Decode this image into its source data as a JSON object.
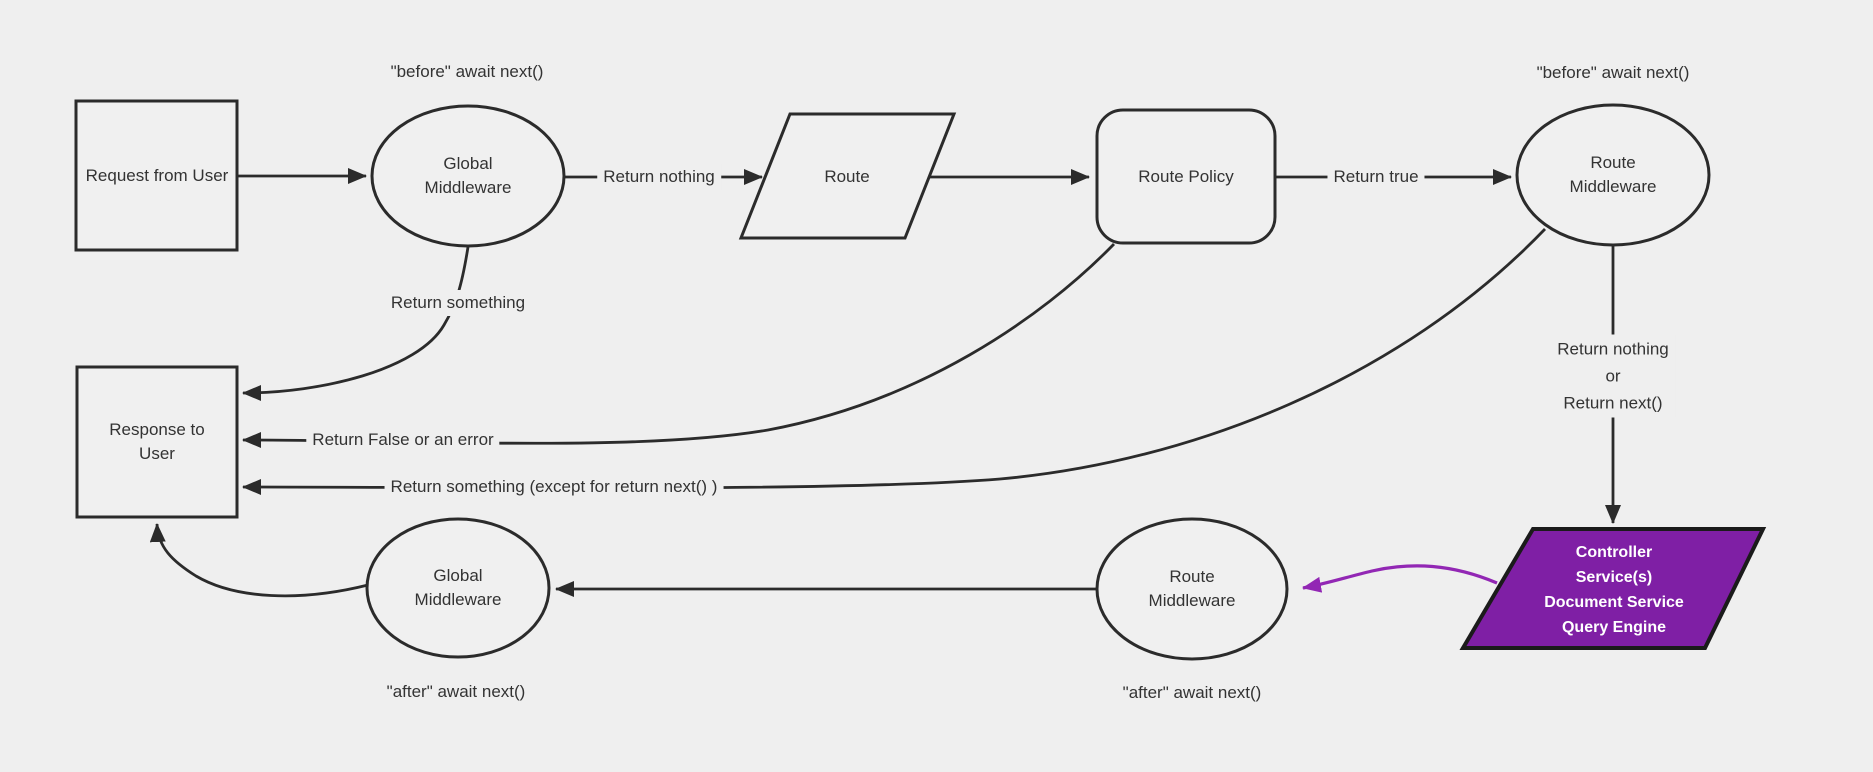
{
  "diagram": {
    "title_hint": "request lifecycle middleware flowchart",
    "colors": {
      "background": "#efefef",
      "line": "#2b2b2b",
      "text": "#333333",
      "controller_fill": "#7f1fa5",
      "controller_border": "#1b1b1b",
      "controller_text": "#ffffff",
      "purple_edge": "#9227b4"
    },
    "nodes": {
      "request": {
        "label": "Request from User"
      },
      "global_middleware_top": {
        "label": "Global Middleware"
      },
      "route": {
        "label": "Route"
      },
      "route_policy": {
        "label": "Route Policy"
      },
      "route_middleware_top": {
        "label": "Route Middleware"
      },
      "response": {
        "label": "Response to User"
      },
      "controller": {
        "lines": [
          "Controller",
          "Service(s)",
          "Document Service",
          "Query Engine"
        ]
      },
      "route_middleware_bottom": {
        "label": "Route Middleware"
      },
      "global_middleware_bottom": {
        "label": "Global Middleware"
      }
    },
    "annotations": {
      "before_global": "\"before\" await next()",
      "before_route": "\"before\" await next()",
      "after_global": "\"after\" await next()",
      "after_route": "\"after\" await next()"
    },
    "edge_labels": {
      "return_nothing": "Return nothing",
      "return_true": "Return true",
      "return_something": "Return something",
      "return_false_or_error": "Return False or an error",
      "return_something_except": "Return something (except for return next() )",
      "return_branch": [
        "Return nothing",
        "or",
        "Return next()"
      ]
    }
  }
}
